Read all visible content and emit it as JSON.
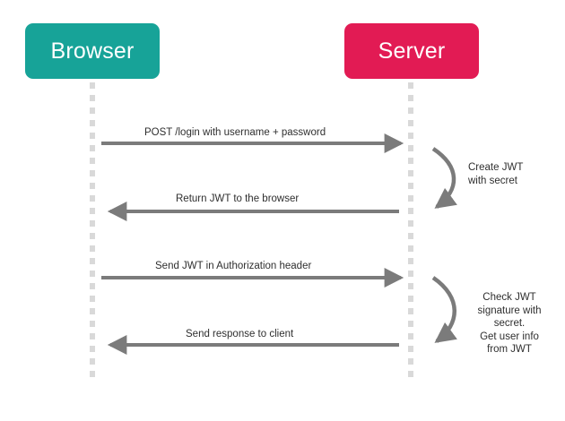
{
  "diagram": {
    "type": "sequence-diagram",
    "title_visible": false,
    "background_color": "#ffffff",
    "colors": {
      "browser_box": "#17a398",
      "server_box": "#e21b54",
      "arrow": "#7b7b7b",
      "lifeline": "#d9d9d9",
      "text": "#2f2f2f",
      "actor_text": "#ffffff"
    },
    "actors": [
      {
        "id": "browser",
        "label": "Browser",
        "color": "#17a398"
      },
      {
        "id": "server",
        "label": "Server",
        "color": "#e21b54"
      }
    ],
    "messages": [
      {
        "id": "msg-1",
        "label": "POST /login with username + password",
        "from": "browser",
        "to": "server",
        "direction": "right"
      },
      {
        "id": "msg-2",
        "label": "Return JWT to the browser",
        "from": "server",
        "to": "browser",
        "direction": "left"
      },
      {
        "id": "msg-3",
        "label": "Send JWT in Authorization header",
        "from": "browser",
        "to": "server",
        "direction": "right"
      },
      {
        "id": "msg-4",
        "label": "Send response to client",
        "from": "server",
        "to": "browser",
        "direction": "left"
      }
    ],
    "self_notes": [
      {
        "id": "note-1",
        "actor": "server",
        "lines": [
          "Create JWT",
          "with secret"
        ],
        "align": "left"
      },
      {
        "id": "note-2",
        "actor": "server",
        "lines": [
          "Check JWT",
          "signature with",
          "secret.",
          "Get user info",
          "from JWT"
        ],
        "align": "center"
      }
    ]
  }
}
